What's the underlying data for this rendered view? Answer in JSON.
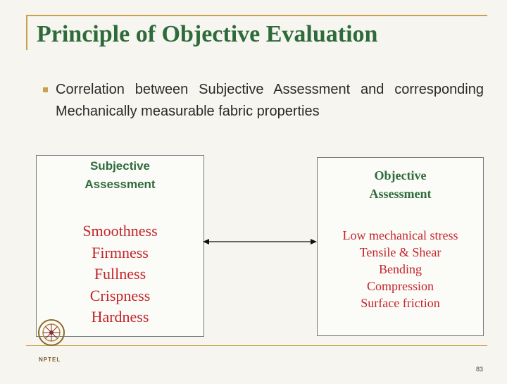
{
  "slide": {
    "title": "Principle of Objective Evaluation",
    "bullet": "Correlation between Subjective Assessment and corresponding Mechanically measurable fabric properties",
    "left_box": {
      "heading_line1": "Subjective",
      "heading_line2": "Assessment",
      "items": [
        "Smoothness",
        "Firmness",
        "Fullness",
        "Crispness",
        "Hardness"
      ]
    },
    "right_box": {
      "heading_line1": "Objective",
      "heading_line2": "Assessment",
      "items": [
        "Low mechanical stress",
        "Tensile & Shear",
        "Bending",
        "Compression",
        "Surface friction"
      ]
    },
    "logo_text": "NPTEL",
    "page_number": "83"
  },
  "colors": {
    "title": "#2f6b3a",
    "accent": "#c8a24a",
    "items": "#c4252b"
  }
}
